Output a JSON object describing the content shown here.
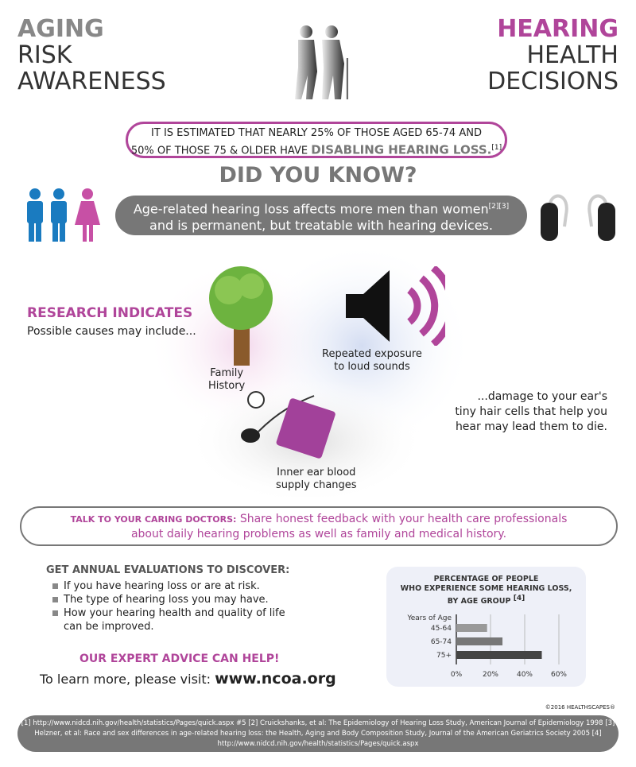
{
  "header": {
    "left_bold": "AGING",
    "left_lines": [
      "RISK",
      "AWARENESS"
    ],
    "right_bold": "HEARING",
    "right_lines": [
      "HEALTH",
      "DECISIONS"
    ]
  },
  "stat": {
    "line1": "It is estimated that nearly 25% of those aged 65-74 and",
    "line2": "50% of those 75 & older have ",
    "highlight": "disabling hearing loss.",
    "ref": "[1]"
  },
  "did_you_know": {
    "title": "DID YOU KNOW?",
    "line1": "Age-related hearing loss affects more men than women",
    "ref": "[2][3]",
    "line2": "and is permanent, but treatable with hearing devices."
  },
  "research": {
    "title": "RESEARCH INDICATES",
    "subtitle": "Possible causes may include...",
    "cause_family": [
      "Family",
      "History"
    ],
    "cause_sound": [
      "Repeated exposure",
      "to loud sounds"
    ],
    "cause_blood": [
      "Inner ear blood",
      "supply changes"
    ],
    "damage": [
      "...damage to your ear's",
      "tiny hair cells that help you",
      "hear may lead them to die."
    ]
  },
  "doctor": {
    "label": "TALK TO YOUR CARING DOCTORS:",
    "line1": " Share honest feedback with your health care professionals",
    "line2": "about daily hearing problems as well as family and medical history."
  },
  "eval": {
    "title": "GET ANNUAL EVALUATIONS TO DISCOVER:",
    "items": [
      "If you have hearing loss or are at risk.",
      "The type of hearing loss you may have.",
      "How your hearing health and quality of life can be improved."
    ]
  },
  "advice": "OUR EXPERT ADVICE CAN HELP!",
  "visit": {
    "text": "To learn more, please visit: ",
    "url": "www.ncoa.org"
  },
  "chart_data": {
    "type": "bar",
    "orientation": "horizontal",
    "title": [
      "PERCENTAGE OF PEOPLE",
      "WHO EXPERIENCE SOME HEARING LOSS,",
      "BY AGE GROUP"
    ],
    "title_ref": "[4]",
    "ylabel": "Years of Age",
    "categories": [
      "45-64",
      "65-74",
      "75+"
    ],
    "values": [
      18,
      27,
      50
    ],
    "xlim": [
      0,
      60
    ],
    "xticks": [
      "0%",
      "20%",
      "40%",
      "60%"
    ],
    "colors": [
      "#999999",
      "#777777",
      "#444444"
    ],
    "grid": true
  },
  "copyright": "©2016 HEALTHSCAPES®",
  "references": "[1] http://www.nidcd.nih.gov/health/statistics/Pages/quick.aspx #5  [2] Cruickshanks, et al: The Epidemiology of Hearing Loss Study, American Journal of Epidemiology 1998 [3] Helzner, et al: Race and sex differences in age-related hearing loss: the Health, Aging and Body Composition Study, Journal of the American Geriatrics Society 2005 [4] http://www.nidcd.nih.gov/health/statistics/Pages/quick.aspx",
  "colors": {
    "accent": "#b0459a",
    "gray": "#777777",
    "blue": "#1a7bc0"
  }
}
